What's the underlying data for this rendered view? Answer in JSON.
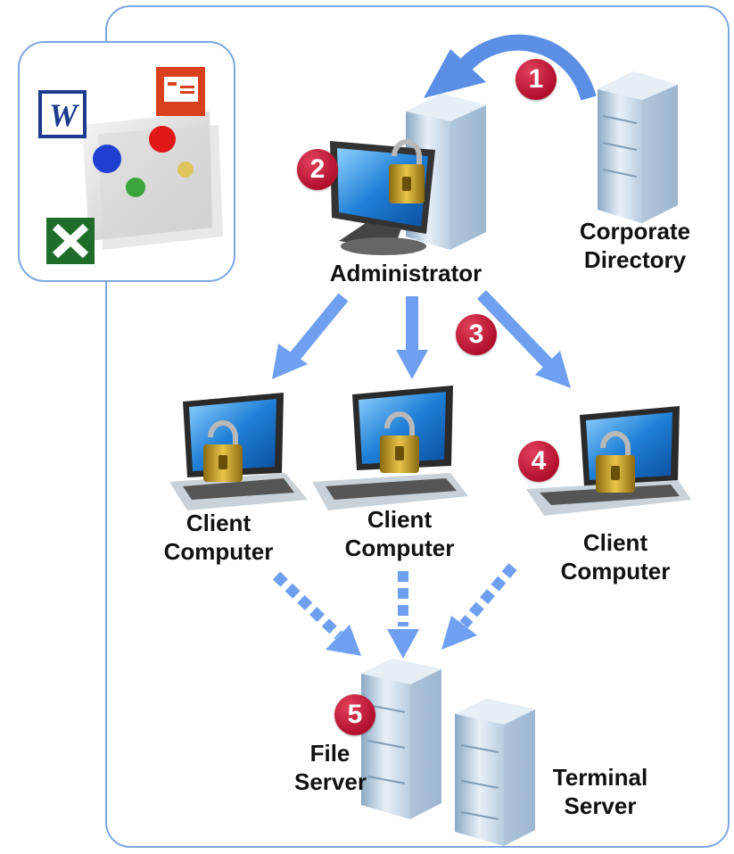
{
  "labels": {
    "administrator": "Administrator",
    "corporate_directory_1": "Corporate",
    "corporate_directory_2": "Directory",
    "client_1": "Client",
    "client_2": "Computer",
    "file_server_1": "File",
    "file_server_2": "Server",
    "terminal_server_1": "Terminal",
    "terminal_server_2": "Server"
  },
  "steps": [
    "1",
    "2",
    "3",
    "4",
    "5"
  ],
  "office_icons": {
    "word": "W"
  },
  "colors": {
    "border": "#7ea6e0",
    "arrow": "#6f9ff0",
    "badge": "#c4163a",
    "screen": "#1f7fd6"
  }
}
